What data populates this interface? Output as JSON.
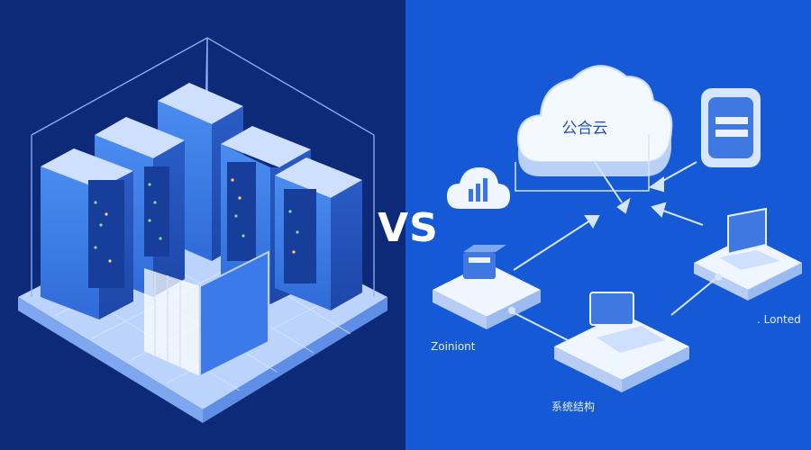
{
  "comparison_label": "VS",
  "public_cloud_label": "公合云",
  "node_labels": {
    "left_node": "Zoiniont",
    "right_node": ". Lonted",
    "bottom_node": "系统结构"
  },
  "colors": {
    "left_background": "#0d2a78",
    "right_background": "#1559d6",
    "server_blue": "#3f7fe6",
    "node_white": "#eaf2ff"
  },
  "icons": [
    "server-rack-icon",
    "cloud-icon",
    "bar-chart-cloud-icon",
    "monitor-icon",
    "laptop-icon",
    "storage-box-icon",
    "window-icon",
    "arrow-icon"
  ]
}
